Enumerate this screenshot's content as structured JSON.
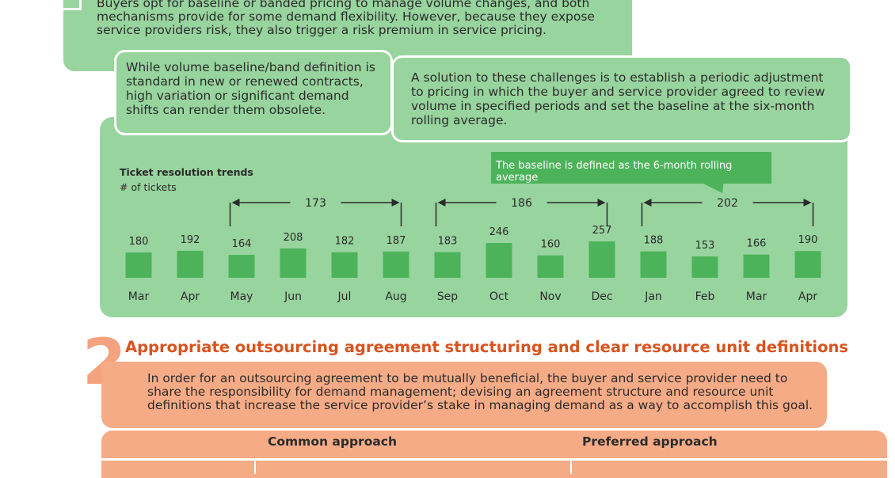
{
  "top_text": "Buyers opt for baseline or banded pricing to manage volume changes, and both mechanisms provide for some demand flexibility. However, because they expose service providers risk, they also trigger a risk premium in service pricing.",
  "callout_left": "While volume baseline/band definition is standard in new or renewed contracts, high variation or significant demand shifts can render them obsolete.",
  "callout_right": "A solution to these challenges is to establish a periodic adjustment to pricing in which the buyer and service provider agreed to review volume in specified periods and set the baseline at the six-month rolling average.",
  "baseline_note": "The baseline is defined as the 6-month rolling average",
  "section2": {
    "number": "2",
    "title": "Appropriate outsourcing agreement structuring and clear resource unit definitions",
    "text": "In order for an outsourcing agreement to be mutually beneficial, the buyer and service provider need to share the responsibility for demand management; devising an agreement structure and resource unit definitions that increase the service provider’s stake in managing demand as a way to accomplish this goal."
  },
  "table": {
    "headers": [
      "Common approach",
      "Preferred approach"
    ]
  },
  "colors": {
    "panel": "#98d49e",
    "bar": "#4cb35a",
    "accent_orange": "#f5ab86",
    "title_orange": "#d9531e"
  },
  "chart_data": {
    "type": "bar",
    "title": "Ticket resolution trends",
    "ylabel": "# of tickets",
    "categories": [
      "Mar",
      "Apr",
      "May",
      "Jun",
      "Jul",
      "Aug",
      "Sep",
      "Oct",
      "Nov",
      "Dec",
      "Jan",
      "Feb",
      "Mar",
      "Apr"
    ],
    "values": [
      180,
      192,
      164,
      208,
      182,
      187,
      183,
      246,
      160,
      257,
      188,
      153,
      166,
      190
    ],
    "ylim": [
      0,
      257
    ],
    "grid": false,
    "rolling_averages": [
      {
        "from": "May",
        "to": "Aug",
        "value": 173
      },
      {
        "from": "Sep",
        "to": "Dec",
        "value": 186
      },
      {
        "from": "Jan",
        "to": "Apr",
        "value": 202
      }
    ]
  }
}
